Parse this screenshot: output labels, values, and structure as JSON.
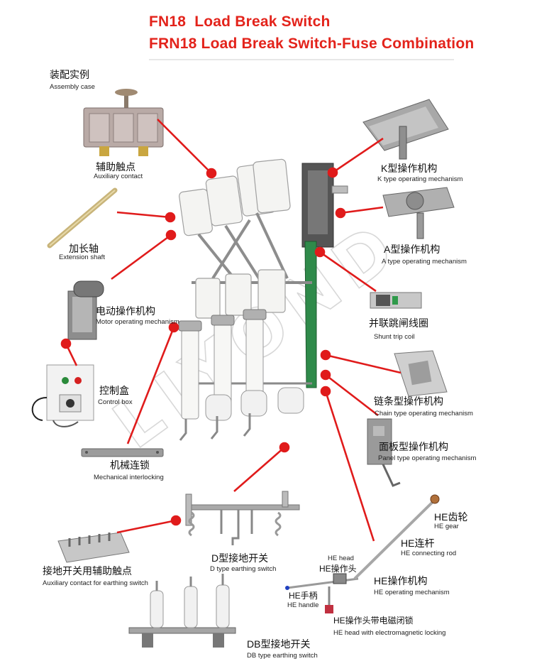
{
  "header": {
    "line1": "FN18  Load Break Switch",
    "line2": "FRN18 Load Break Switch-Fuse Combination"
  },
  "watermark": "LIYOND",
  "labels": {
    "assembly_case": {
      "zh": "装配实例",
      "en": "Assembly case"
    },
    "aux_contact": {
      "zh": "辅助触点",
      "en": "Auxiliary contact"
    },
    "extension_shaft": {
      "zh": "加长轴",
      "en": "Extension shaft"
    },
    "motor_mech": {
      "zh": "电动操作机构",
      "en": "Motor operating mechanism"
    },
    "control_box": {
      "zh": "控制盒",
      "en": "Control box"
    },
    "mech_interlock": {
      "zh": "机械连锁",
      "en": "Mechanical interlocking"
    },
    "earth_aux": {
      "zh": "接地开关用辅助触点",
      "en": "Auxiliary contact for earthing switch"
    },
    "d_type": {
      "zh": "D型接地开关",
      "en": "D type earthing switch"
    },
    "db_type": {
      "zh": "DB型接地开关",
      "en": "DB type earthing switch"
    },
    "k_type": {
      "zh": "K型操作机构",
      "en": "K type operating mechanism"
    },
    "a_type": {
      "zh": "A型操作机构",
      "en": "A type operating mechanism"
    },
    "shunt_trip": {
      "zh": "并联跳闸线圈",
      "en": "Shunt trip coil"
    },
    "chain_type": {
      "zh": "链条型操作机构",
      "en": "Chain type operating mechanism"
    },
    "panel_type": {
      "zh": "面板型操作机构",
      "en": "Panel type operating mechanism"
    },
    "he_gear": {
      "zh": "HE齿轮",
      "en": "HE gear"
    },
    "he_rod": {
      "zh": "HE连杆",
      "en": "HE connecting rod"
    },
    "he_head": {
      "en": "HE head",
      "zh": "HE操作头"
    },
    "he_mech": {
      "zh": "HE操作机构",
      "en": "HE operating mechanism"
    },
    "he_handle": {
      "zh": "HE手柄",
      "en": "HE handle"
    },
    "he_head_lock": {
      "zh": "HE操作头带电磁闭锁",
      "en": "HE head with electromagnetic locking"
    }
  },
  "colors": {
    "title": "#e3231b",
    "callout": "#e01b1b",
    "insulator": "#f4f4f2",
    "metal": "#9a9a9a",
    "bracket": "#2f8a4a"
  }
}
